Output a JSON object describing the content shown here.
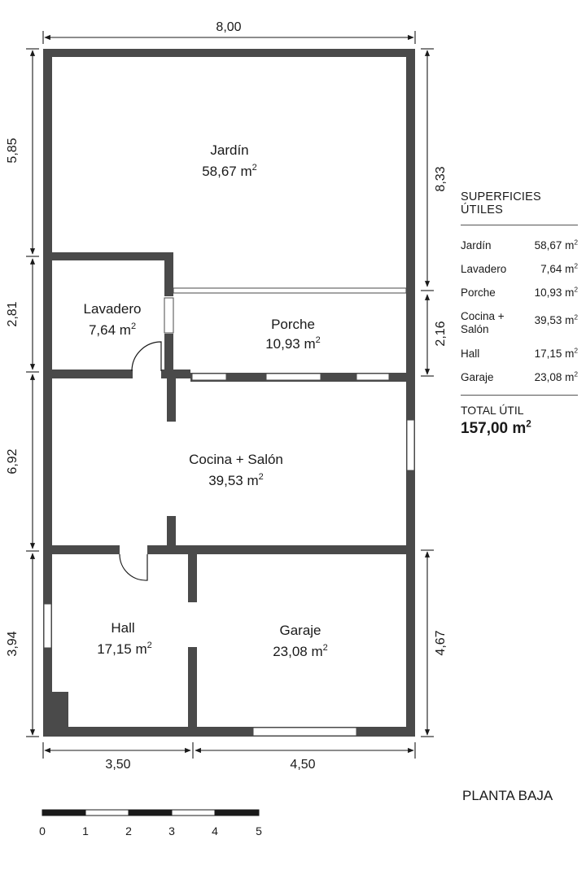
{
  "rooms": {
    "jardin": {
      "name": "Jardín",
      "area": "58,67",
      "unit": "m"
    },
    "lavadero": {
      "name": "Lavadero",
      "area": "7,64",
      "unit": "m"
    },
    "porche": {
      "name": "Porche",
      "area": "10,93",
      "unit": "m"
    },
    "cocina": {
      "name": "Cocina + Salón",
      "area": "39,53",
      "unit": "m"
    },
    "hall": {
      "name": "Hall",
      "area": "17,15",
      "unit": "m"
    },
    "garaje": {
      "name": "Garaje",
      "area": "23,08",
      "unit": "m"
    }
  },
  "dimensions": {
    "top": "8,00",
    "bottom_left": "3,50",
    "bottom_right": "4,50",
    "left": [
      "5,85",
      "2,81",
      "6,92",
      "3,94"
    ],
    "right": [
      "8,33",
      "2,16",
      "4,67"
    ]
  },
  "legend": {
    "title": "SUPERFICIES ÚTILES",
    "rows": [
      {
        "name": "Jardín",
        "value": "58,67 m"
      },
      {
        "name": "Lavadero",
        "value": "7,64 m"
      },
      {
        "name": "Porche",
        "value": "10,93 m"
      },
      {
        "name": "Cocina + Salón",
        "value": "39,53 m"
      },
      {
        "name": "Hall",
        "value": "17,15 m"
      },
      {
        "name": "Garaje",
        "value": "23,08 m"
      }
    ],
    "total_label": "TOTAL ÚTIL",
    "total_value": "157,00 m",
    "unit_exponent": "2"
  },
  "scale_bar": {
    "labels": [
      "0",
      "1",
      "2",
      "3",
      "4",
      "5"
    ]
  },
  "plan_title": "PLANTA BAJA",
  "colors": {
    "wall": "#4a4a4a",
    "window": "#ffffff",
    "line": "#1a1a1a"
  }
}
